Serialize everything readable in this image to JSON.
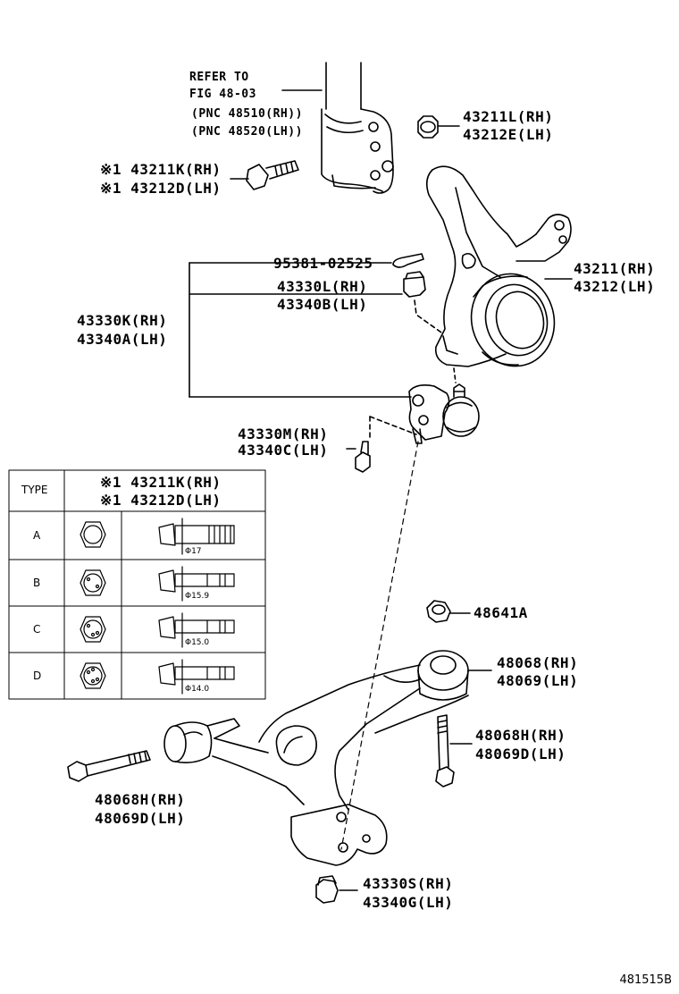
{
  "refer": {
    "line1": "REFER TO",
    "line2": "FIG 48-03",
    "line3": "(PNC 48510(RH))",
    "line4": "(PNC 48520(LH))"
  },
  "parts": {
    "p43211L": "43211L(RH)",
    "p43212E": "43212E(LH)",
    "p43211K": "※1 43211K(RH)",
    "p43212D": "※1 43212D(LH)",
    "p95381": "95381-02525",
    "p43330L": "43330L(RH)",
    "p43340B": "43340B(LH)",
    "p43211": "43211(RH)",
    "p43212": "43212(LH)",
    "p43330K": "43330K(RH)",
    "p43340A": "43340A(LH)",
    "p43330M": "43330M(RH)",
    "p43340C": "43340C(LH)",
    "p48641A": "48641A",
    "p48068": "48068(RH)",
    "p48069": "48069(LH)",
    "p48068H_r": "48068H(RH)",
    "p48069D_r": "48069D(LH)",
    "p48068H_l": "48068H(RH)",
    "p48069D_l": "48069D(LH)",
    "p43330S": "43330S(RH)",
    "p43340G": "43340G(LH)"
  },
  "type_table": {
    "header_type": "TYPE",
    "header_part1": "※1 43211K(RH)",
    "header_part2": "※1 43212D(LH)",
    "rows": [
      {
        "type": "A",
        "dim": "Φ17"
      },
      {
        "type": "B",
        "dim": "Φ15.9"
      },
      {
        "type": "C",
        "dim": "Φ15.0"
      },
      {
        "type": "D",
        "dim": "Φ14.0"
      }
    ]
  },
  "figure_code": "481515B"
}
